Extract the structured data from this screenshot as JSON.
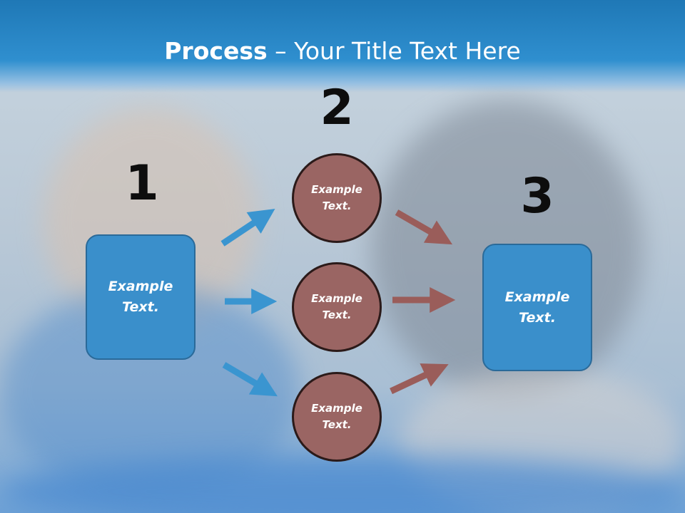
{
  "title": {
    "bold": "Process",
    "rest": " – Your Title Text Here"
  },
  "steps": {
    "one": "1",
    "two": "2",
    "three": "3"
  },
  "boxes": {
    "left": "Example\nText.",
    "right": "Example\nText."
  },
  "circles": {
    "top": "Example\nText.",
    "middle": "Example\nText.",
    "bottom": "Example\nText."
  },
  "colors": {
    "header": "#2f8fcf",
    "box": "#3a8fcb",
    "circle": "#9a6563",
    "arrow_blue": "#3a95d0",
    "arrow_brown": "#9a5d5a"
  }
}
